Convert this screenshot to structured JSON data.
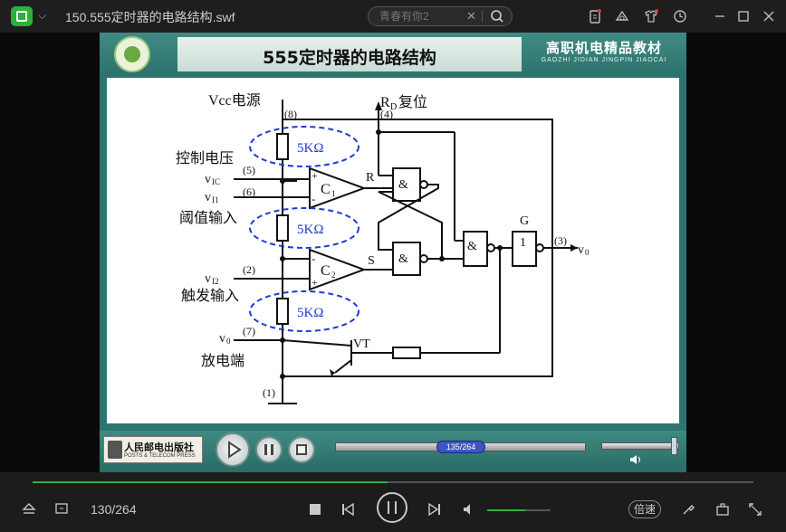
{
  "window": {
    "title": "150.555定时器的电路结构.swf",
    "search_placeholder": "青春有你2"
  },
  "slide": {
    "title": "555定时器的电路结构",
    "brand": "高职机电精品教材",
    "brand_sub": "GAOZHI JIDIAN JINGPIN JIAOCAI",
    "publisher_name": "人民邮电出版社",
    "publisher_en": "POSTS & TELECOM PRESS",
    "frame_counter": "135/264"
  },
  "circuit": {
    "vcc": "Vcc电源",
    "pin8": "(8)",
    "rd_reset": "R",
    "rd_sub": "D",
    "rd_suffix": "复位",
    "pin4": "(4)",
    "control_voltage": "控制电压",
    "pin5": "(5)",
    "vic_v": "v",
    "vic_sub": "IC",
    "pin6": "(6)",
    "vi1_v": "v",
    "vi1_sub": "I1",
    "threshold_input": "阈值输入",
    "pin2": "(2)",
    "vi2_v": "v",
    "vi2_sub": "I2",
    "trigger_input": "触发输入",
    "pin7": "(7)",
    "v0_left_v": "v",
    "v0_left_sub": "0",
    "discharge": "放电端",
    "pin1": "(1)",
    "resistor": "5KΩ",
    "comparator1": "C",
    "comparator1_sub": "1",
    "comparator2": "C",
    "comparator2_sub": "2",
    "label_r": "R",
    "label_s": "S",
    "and": "&",
    "gate_g": "G",
    "inverter": "1",
    "pin3": "(3)",
    "vo_v": "v",
    "vo_sub": "0",
    "vt": "VT",
    "plus": "+",
    "minus": "-"
  },
  "player": {
    "counter": "130/264",
    "speed_label": "倍速"
  }
}
